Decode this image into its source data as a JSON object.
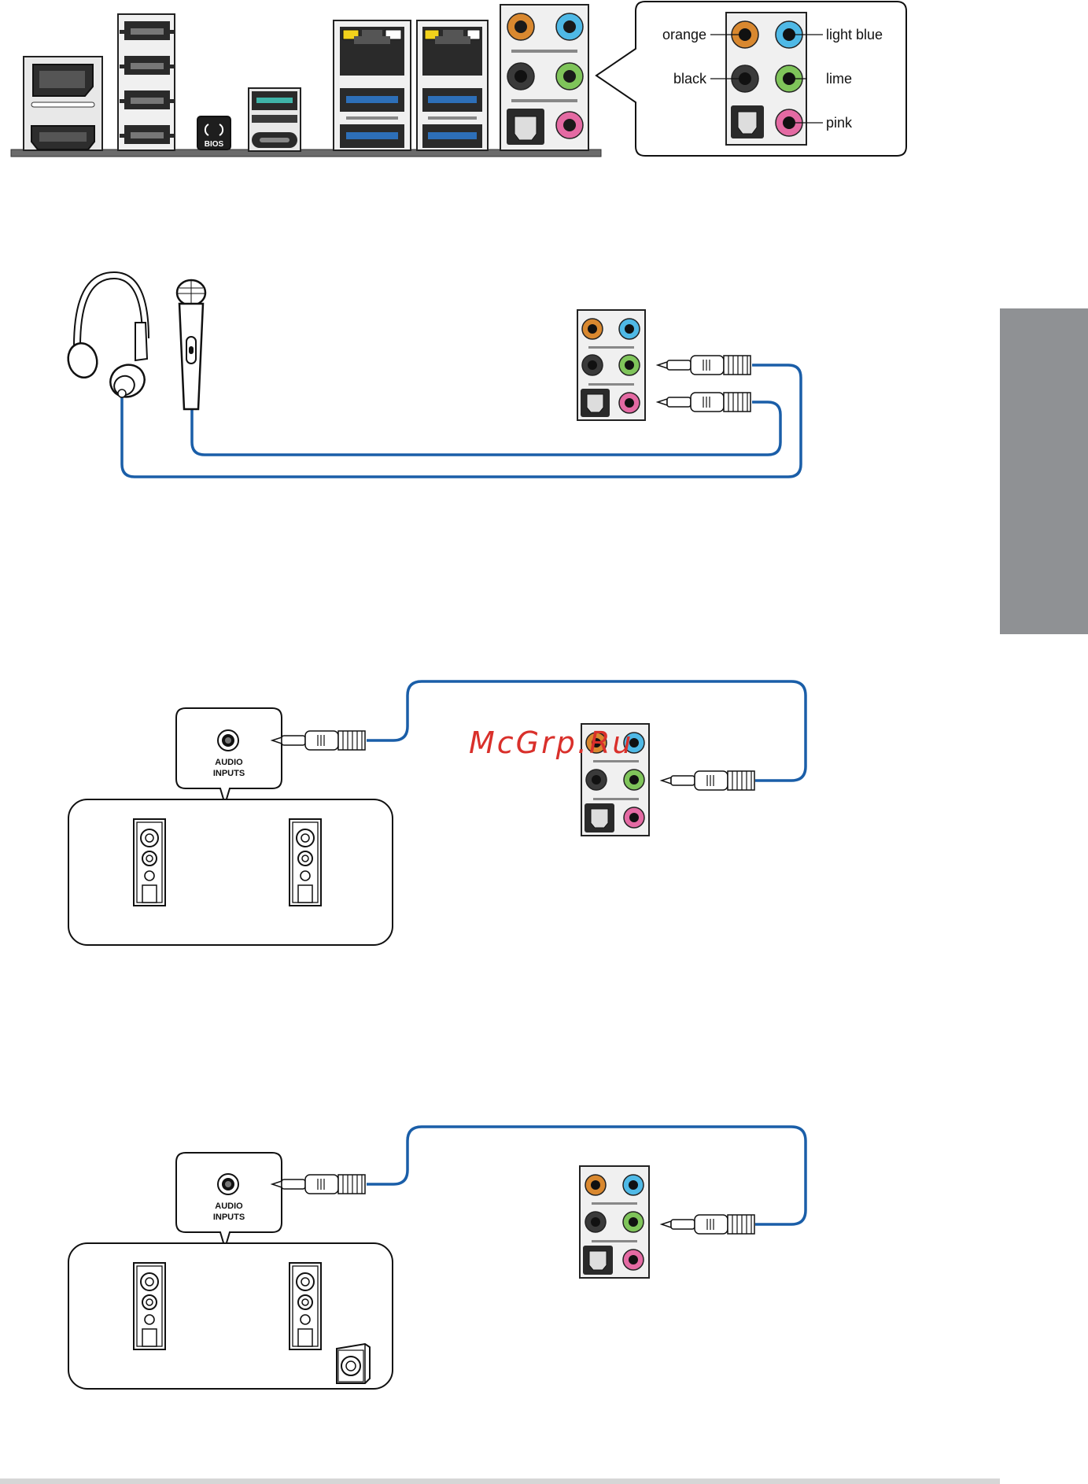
{
  "io_panel": {
    "bios_label": "BIOS"
  },
  "callout": {
    "labels": {
      "orange": "orange",
      "black": "black",
      "light_blue": "light blue",
      "lime": "lime",
      "pink": "pink"
    }
  },
  "speaker_boxes": {
    "audio_inputs_line1": "AUDIO",
    "audio_inputs_line2": "INPUTS"
  },
  "watermark": "McGrp.Ru",
  "colors": {
    "orange": "#d9882f",
    "light_blue": "#4fb9e6",
    "black": "#333333",
    "lime": "#7fc45a",
    "pink": "#e46aa3",
    "cable": "#1a5ea8",
    "side_tab": "#8f9194",
    "usb3_blue": "#2d6fb8",
    "usb_teal": "#3fb3a8",
    "lan_led": "#f2d21c"
  }
}
